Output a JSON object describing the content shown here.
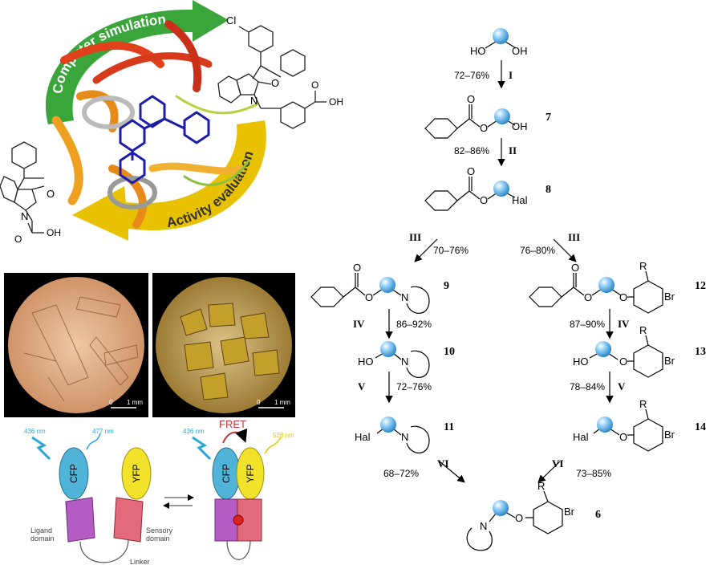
{
  "top_panel": {
    "arrow_labels": {
      "computer_simulation": "Computer simulation",
      "activity_evaluation": "Activity evaluation"
    },
    "molecule_labels": {
      "chloro": "Cl",
      "oxo_right": "O",
      "nitrogen_right": "N",
      "carboxyl_right": "OH",
      "oxo_left": "O",
      "nitrogen_left": "N",
      "carboxyl_left": "OH",
      "carbonyl_o_right": "O",
      "carbonyl_o_left": "O"
    },
    "colors": {
      "green_arrow": "#3aa53a",
      "yellow_arrow": "#e8c200",
      "ribbon_red": "#d63a1a",
      "ribbon_orange": "#e88a1a",
      "ligand_blue": "#1c1ca8"
    }
  },
  "micrographs": {
    "left": {
      "scale_start": "0",
      "scale_end": "1 mm",
      "color": "#d9a27a"
    },
    "right": {
      "scale_start": "0",
      "scale_end": "1 mm",
      "color": "#b88a2a"
    }
  },
  "fret_panel": {
    "left": {
      "excitation": "436 nm",
      "emission": "477 nm",
      "cfp": "CFP",
      "yfp": "YFP",
      "ligand_domain": "Ligand\ndomain",
      "sensory_domain": "Sensory\ndomain",
      "linker": "Linker"
    },
    "right": {
      "excitation": "436 nm",
      "fret": "FRET",
      "emission": "528 nm",
      "cfp": "CFP",
      "yfp": "YFP"
    },
    "colors": {
      "cfp": "#4fb4d8",
      "yfp": "#f2e32a",
      "ligand": "#b45cc4",
      "sensory": "#e36a7a",
      "fret": "#c2353a"
    }
  },
  "scheme": {
    "start": {
      "left_group": "HO",
      "right_group": "OH"
    },
    "step1": {
      "yield": "72–76%",
      "reagent": "I"
    },
    "cmpd7": {
      "number": "7",
      "o1": "O",
      "o2": "O",
      "oh": "OH"
    },
    "step2": {
      "yield": "82–86%",
      "reagent": "II"
    },
    "cmpd8": {
      "number": "8",
      "o1": "O",
      "o2": "O",
      "hal": "Hal"
    },
    "step3_left": {
      "reagent": "III",
      "yield": "70–76%"
    },
    "step3_right": {
      "yield": "76–80%",
      "reagent": "III"
    },
    "cmpd9": {
      "number": "9",
      "o1": "O",
      "o2": "O",
      "n": "N"
    },
    "cmpd12": {
      "number": "12",
      "o1": "O",
      "o2": "O",
      "o3": "O",
      "r": "R",
      "br": "Br"
    },
    "step4_left": {
      "reagent": "IV",
      "yield": "86–92%"
    },
    "step4_right": {
      "yield": "87–90%",
      "reagent": "IV"
    },
    "cmpd10": {
      "number": "10",
      "ho": "HO",
      "n": "N"
    },
    "cmpd13": {
      "number": "13",
      "ho": "HO",
      "o": "O",
      "r": "R",
      "br": "Br"
    },
    "step5_left": {
      "reagent": "V",
      "yield": "72–76%"
    },
    "step5_right": {
      "yield": "78–84%",
      "reagent": "V"
    },
    "cmpd11": {
      "number": "11",
      "hal": "Hal",
      "n": "N"
    },
    "cmpd14": {
      "number": "14",
      "hal": "Hal",
      "o": "O",
      "r": "R",
      "br": "Br"
    },
    "step6_left": {
      "yield": "68–72%",
      "reagent": "VI"
    },
    "step6_right": {
      "reagent": "VI",
      "yield": "73–85%"
    },
    "cmpd6": {
      "number": "6",
      "n": "N",
      "o": "O",
      "r": "R",
      "br": "Br"
    },
    "colors": {
      "sphere": "#5ab4ee"
    }
  }
}
